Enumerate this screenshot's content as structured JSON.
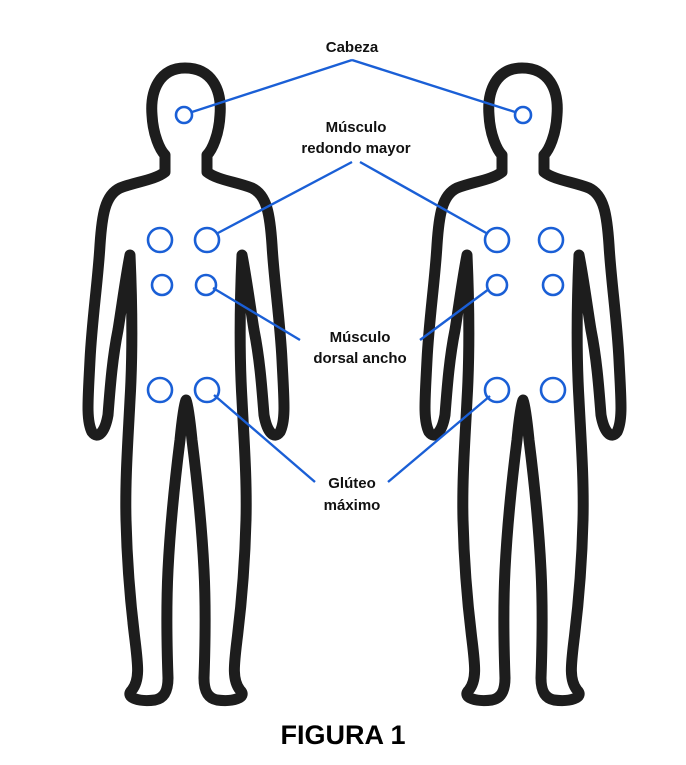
{
  "labels": {
    "head": "Cabeza",
    "teres_line1": "Músculo",
    "teres_line2": "redondo mayor",
    "lat_line1": "Músculo",
    "lat_line2": "dorsal ancho",
    "glute_line1": "Glúteo",
    "glute_line2": "máximo"
  },
  "caption": "FIGURA 1",
  "colors": {
    "marker": "#1a5fd6",
    "outline": "#1d1d1d"
  }
}
